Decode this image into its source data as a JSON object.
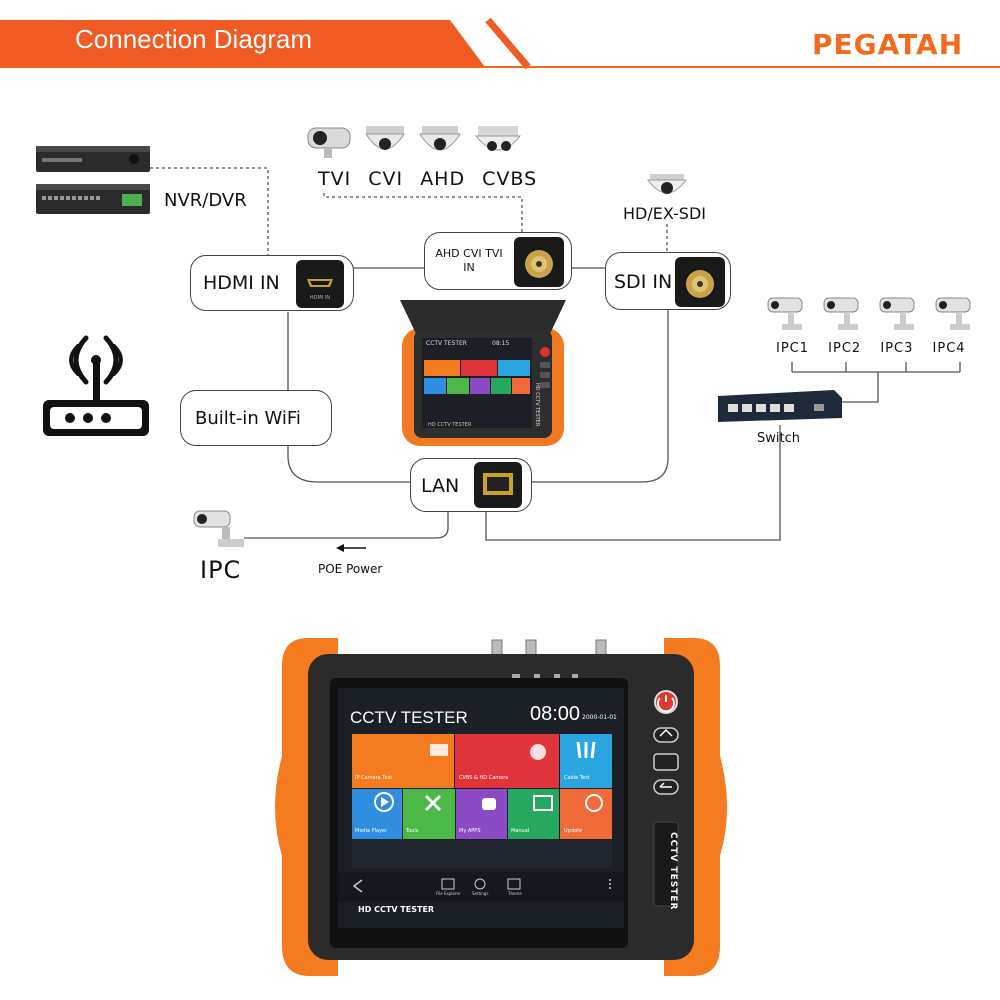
{
  "header": {
    "title": "Connection Diagram",
    "brand": "PEGATAH",
    "banner_color": "#f05a23",
    "accent_line_color": "#f26a1b"
  },
  "diagram": {
    "nodes": {
      "nvr_dvr": "NVR/DVR",
      "hdmi_in": "HDMI IN",
      "ahd_cvi_tvi_in": "AHD CVI TVI IN",
      "sdi_in": "SDI IN",
      "builtin_wifi": "Built-in WiFi",
      "lan": "LAN",
      "ipc": "IPC",
      "switch": "Switch",
      "hd_ex_sdi": "HD/EX-SDI",
      "poe_power": "POE Power"
    },
    "analog_cameras": [
      "TVI",
      "CVI",
      "AHD",
      "CVBS"
    ],
    "ip_cameras": [
      "IPC1",
      "IPC2",
      "IPC3",
      "IPC4"
    ]
  },
  "device_large": {
    "title": "CCTV TESTER",
    "time": "08:00",
    "date": "2000-01-01",
    "tiles": [
      {
        "label": "IP Camera Test",
        "color": "#f47b20"
      },
      {
        "label": "CVBS & HD Camera",
        "color": "#e1343a"
      },
      {
        "label": "Cable Test",
        "color": "#2aa5e0"
      },
      {
        "label": "Media Player",
        "color": "#2f8ee0"
      },
      {
        "label": "Tools",
        "color": "#4cb848"
      },
      {
        "label": "My APPS",
        "color": "#8c4bc4"
      },
      {
        "label": "Manual",
        "color": "#27a860"
      },
      {
        "label": "Update",
        "color": "#f06a3a"
      }
    ],
    "taskbar": [
      "File Explorer",
      "Settings",
      "Theme"
    ],
    "model_label": "HD CCTV TESTER",
    "side_label": "CCTV TESTER"
  },
  "device_small": {
    "title": "CCTV TESTER",
    "time": "08:15",
    "side_label": "HD CCTV TESTER",
    "bottom_label": "HD CCTV TESTER"
  }
}
